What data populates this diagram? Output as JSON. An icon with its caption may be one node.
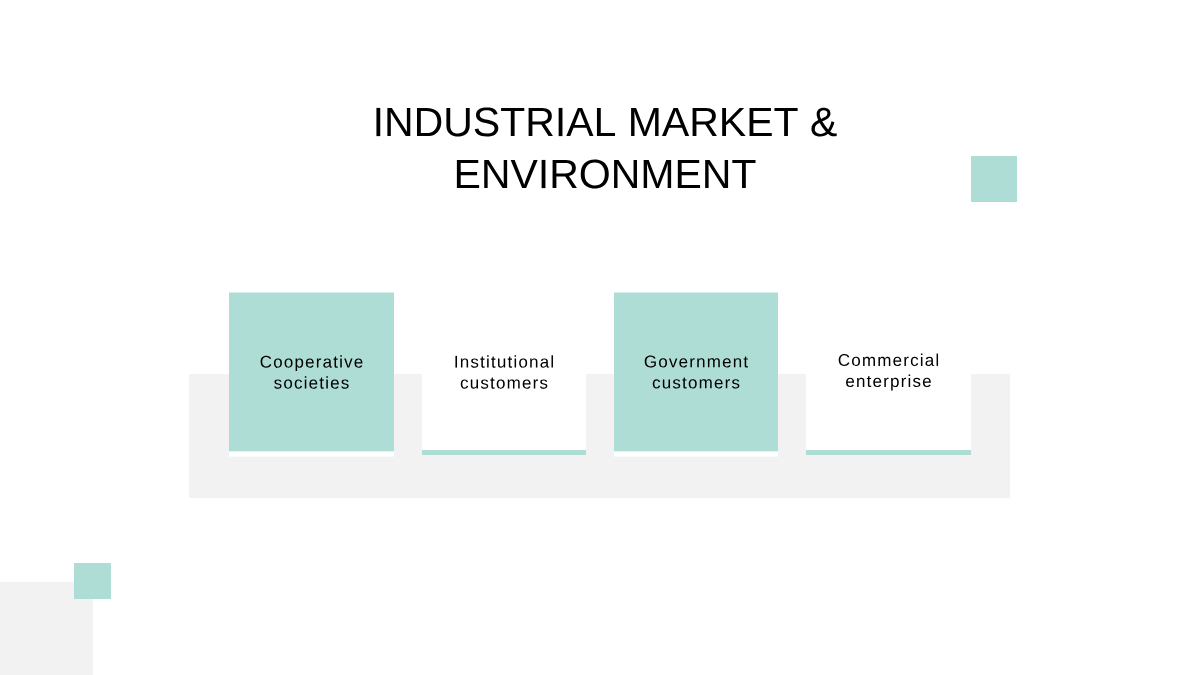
{
  "diagram": {
    "title": "INDUSTRIAL MARKET & ENVIRONMENT",
    "nodes": [
      {
        "text": [
          "Cooperative societies"
        ]
      },
      {
        "text": [
          "Institutional customers"
        ]
      },
      {
        "text": [
          "Government customers"
        ]
      },
      {
        "text": [
          "Commercial enterprise"
        ]
      }
    ]
  }
}
